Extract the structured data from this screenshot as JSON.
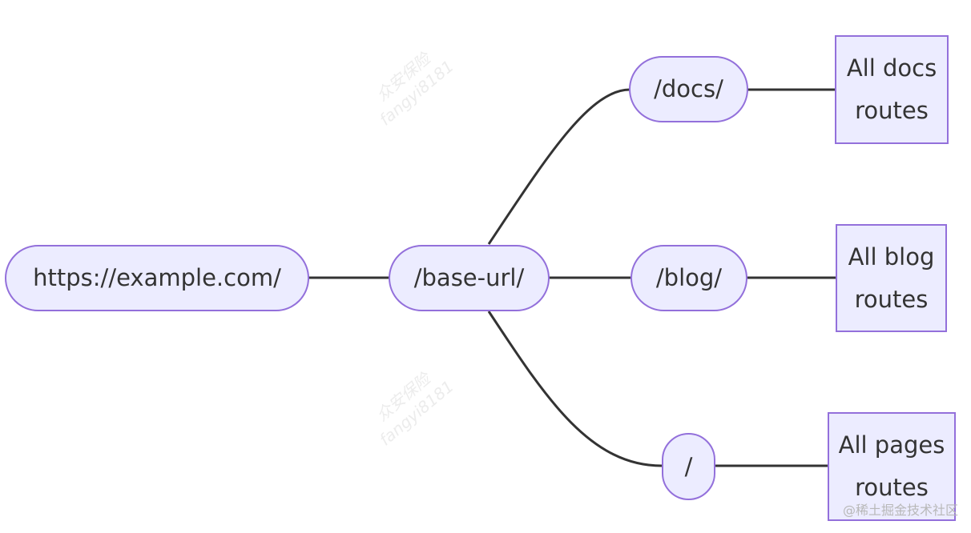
{
  "nodes": {
    "root": "https://example.com/",
    "base": "/base-url/",
    "docs": "/docs/",
    "blog": "/blog/",
    "pages": "/",
    "docs_routes": "All docs\nroutes",
    "blog_routes": "All blog\nroutes",
    "pages_routes": "All pages\nroutes"
  },
  "edges": [
    [
      "root",
      "base"
    ],
    [
      "base",
      "docs"
    ],
    [
      "base",
      "blog"
    ],
    [
      "base",
      "pages"
    ],
    [
      "docs",
      "docs_routes"
    ],
    [
      "blog",
      "blog_routes"
    ],
    [
      "pages",
      "pages_routes"
    ]
  ],
  "watermarks": [
    "众安保险\nfangyi8181",
    "众安保险\nfangyi8181"
  ],
  "corner_watermark": "@稀土掘金技术社区",
  "colors": {
    "node_fill": "#ECECFF",
    "node_border": "#9370DB",
    "edge": "#333333",
    "text": "#333333"
  }
}
